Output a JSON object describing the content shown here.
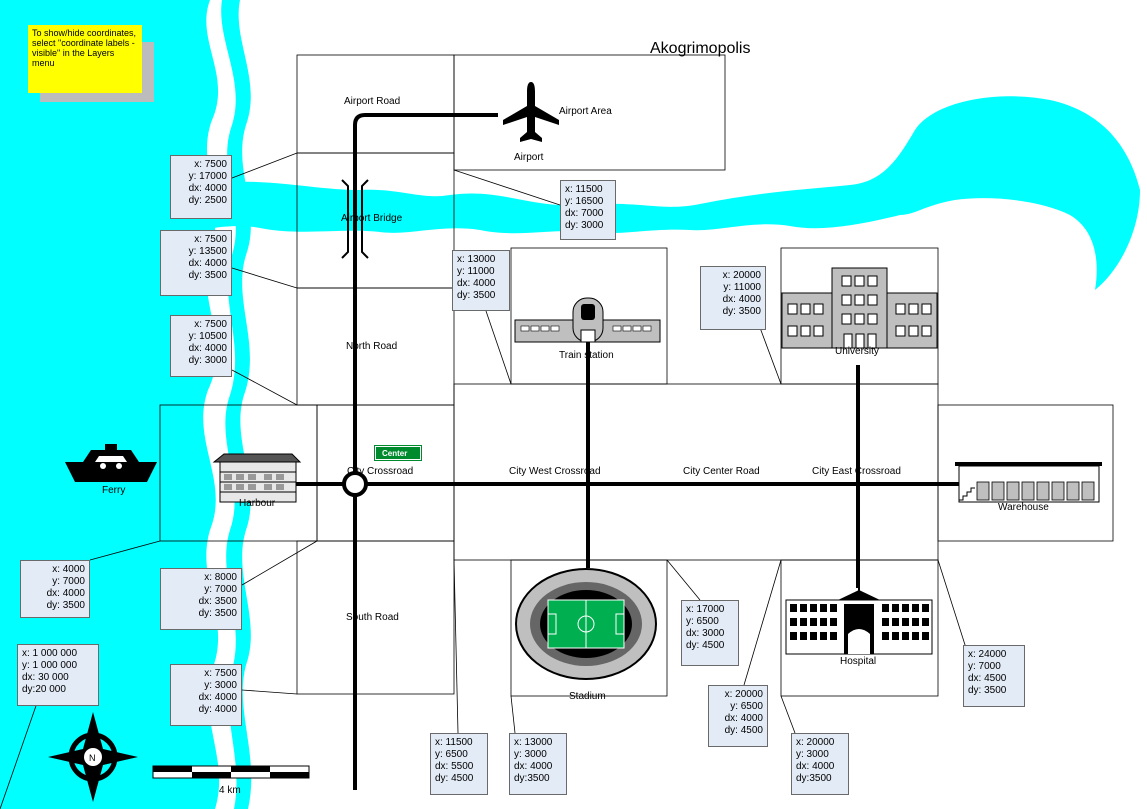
{
  "city_name": "Akogrimopolis",
  "note_text": "To show/hide coordinates, select \"coordinate labels - visible\" in the Layers menu",
  "places": {
    "airport_road": "Airport Road",
    "airport_area": "Airport Area",
    "airport": "Airport",
    "airport_bridge": "Airport Bridge",
    "north_road": "North Road",
    "train_station": "Train station",
    "university": "University",
    "ferry": "Ferry",
    "harbour": "Harbour",
    "city_crossroad": "City Crossroad",
    "city_west_crossroad": "City West Crossroad",
    "city_center_road": "City Center Road",
    "city_east_crossroad": "City East Crossroad",
    "warehouse": "Warehouse",
    "south_road": "South Road",
    "stadium": "Stadium",
    "hospital": "Hospital"
  },
  "center_sign": "Center",
  "scale_label": "4 km",
  "compass_label": "N",
  "coord_labels": [
    [
      "x: 7500",
      "y: 17000",
      "dx: 4000",
      "dy: 2500"
    ],
    [
      "x: 11500",
      "y: 16500",
      "dx: 7000",
      "dy: 3000"
    ],
    [
      "x: 7500",
      "y: 13500",
      "dx: 4000",
      "dy: 3500"
    ],
    [
      "x: 13000",
      "y: 11000",
      "dx: 4000",
      "dy: 3500"
    ],
    [
      "x: 20000",
      "y: 11000",
      "dx: 4000",
      "dy: 3500"
    ],
    [
      "x: 7500",
      "y: 10500",
      "dx: 4000",
      "dy: 3000"
    ],
    [
      "x: 4000",
      "y: 7000",
      "dx: 4000",
      "dy: 3500"
    ],
    [
      "x: 8000",
      "y: 7000",
      "dx: 3500",
      "dy: 3500"
    ],
    [
      "x: 17000",
      "y: 6500",
      "dx: 3000",
      "dy: 4500"
    ],
    [
      "x: 24000",
      "y: 7000",
      "dx: 4500",
      "dy: 3500"
    ],
    [
      "x: 1 000 000",
      "y: 1 000 000",
      "dx: 30 000",
      "dy:20 000"
    ],
    [
      "x: 7500",
      "y: 3000",
      "dx: 4000",
      "dy: 4000"
    ],
    [
      "x: 20000",
      "y: 6500",
      "dx: 4000",
      "dy: 4500"
    ],
    [
      "x: 11500",
      "y: 6500",
      "dx: 5500",
      "dy: 4500"
    ],
    [
      "x: 13000",
      "y: 3000",
      "dx: 4000",
      "dy:3500"
    ],
    [
      "x: 20000",
      "y: 3000",
      "dx: 4000",
      "dy:3500"
    ]
  ],
  "colors": {
    "water": "#00ffff",
    "road": "#000000",
    "coord_box": "#e3ebf6",
    "note": "#ffff00",
    "sign": "#008a2e"
  },
  "icons": [
    "airplane-icon",
    "train-icon",
    "ferry-icon",
    "stadium-icon",
    "hospital-icon",
    "university-icon",
    "warehouse-icon",
    "harbour-icon",
    "compass-icon",
    "roundabout-icon"
  ]
}
